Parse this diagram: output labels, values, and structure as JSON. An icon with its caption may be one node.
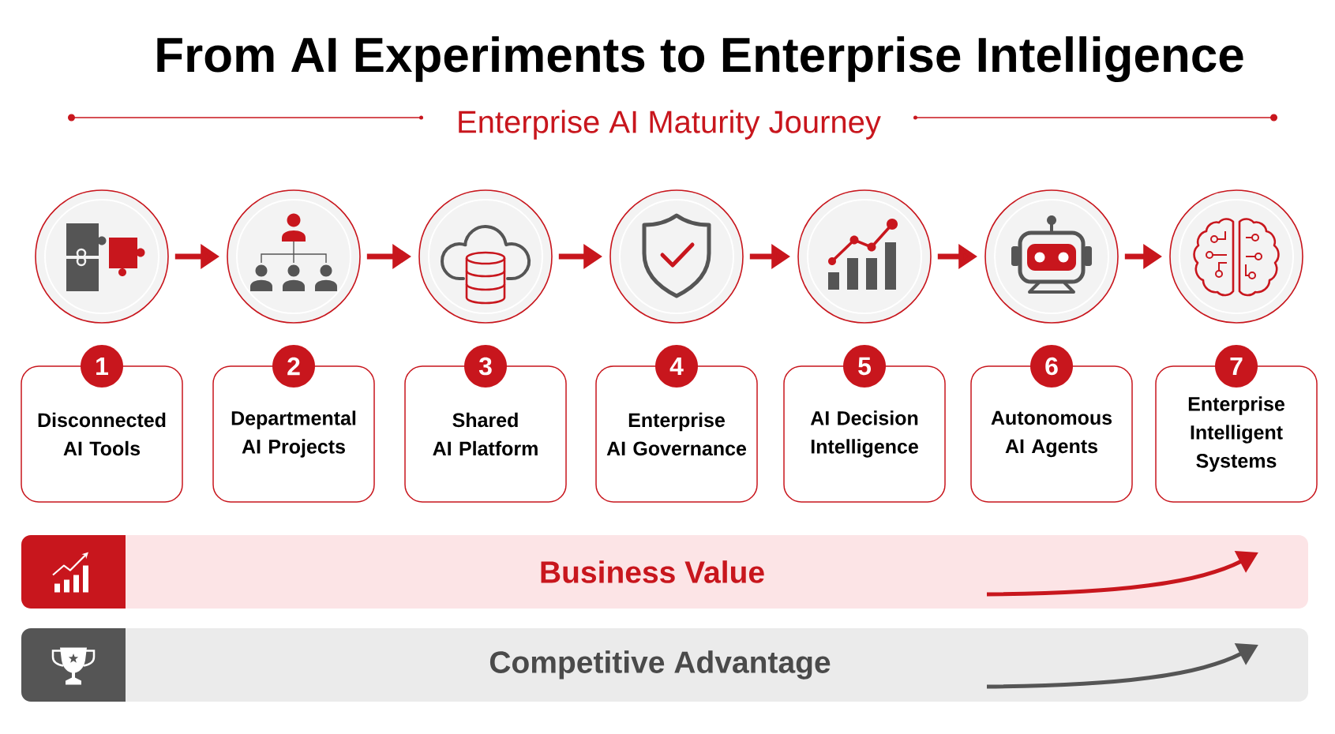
{
  "diagram": {
    "title": "From AI Experiments to Enterprise Intelligence",
    "nodes": [
      {
        "text": [],
        "shape": "circle"
      },
      {
        "text": [],
        "shape": "circle"
      },
      {
        "text": [],
        "shape": "circle"
      },
      {
        "text": [],
        "shape": "circle"
      },
      {
        "text": [],
        "shape": "circle"
      },
      {
        "text": [],
        "shape": "circle"
      },
      {
        "text": [],
        "shape": "circle"
      },
      {
        "text": [
          "1",
          "Disconnected AI Tools"
        ]
      },
      {
        "text": [
          "2",
          "Departmental AI Projects"
        ]
      },
      {
        "text": [
          "3",
          "Shared AI Platform"
        ]
      },
      {
        "text": [
          "4",
          "Enterprise AI Governance"
        ]
      },
      {
        "text": [
          "5",
          "AI Decision Intelligence"
        ]
      },
      {
        "text": [
          "6",
          "Autonomous AI Agents"
        ]
      },
      {
        "text": [
          "7",
          "Enterprise Intelligent Systems"
        ]
      },
      {
        "text": [
          "Business Value"
        ]
      },
      {
        "text": [
          "Competitive Advantage"
        ]
      }
    ],
    "edges": [
      {
        "from": 0,
        "to": 1,
        "arrow": "to"
      },
      {
        "from": 1,
        "to": 2,
        "arrow": "to"
      },
      {
        "from": 2,
        "to": 3,
        "arrow": "to"
      },
      {
        "from": 3,
        "to": 4,
        "arrow": "to"
      },
      {
        "from": 4,
        "to": 5,
        "arrow": "to"
      },
      {
        "from": 5,
        "to": 6,
        "arrow": "to"
      }
    ],
    "labels": [
      "Enterprise AI Maturity Journey"
    ]
  }
}
